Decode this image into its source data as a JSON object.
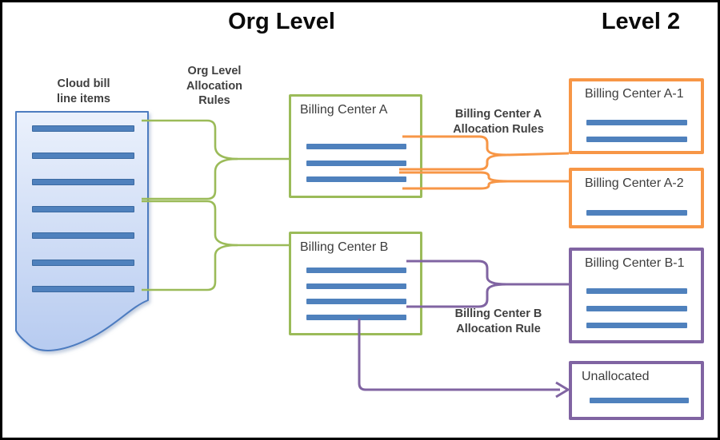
{
  "header": {
    "org_level_title": "Org Level",
    "level2_title": "Level 2"
  },
  "labels": {
    "cloud_bill": {
      "line1": "Cloud bill",
      "line2": "line items"
    },
    "org_rules": {
      "line1": "Org Level",
      "line2": "Allocation",
      "line3": "Rules"
    },
    "bca_rules": {
      "line1": "Billing Center A",
      "line2": "Allocation Rules"
    },
    "bcb_rules": {
      "line1": "Billing Center B",
      "line2": "Allocation Rule"
    }
  },
  "org_level": {
    "document": {
      "line_count": 7
    },
    "billing_center_a": {
      "title": "Billing Center A",
      "line_count": 3
    },
    "billing_center_b": {
      "title": "Billing Center B",
      "line_count": 4
    }
  },
  "level2": {
    "billing_center_a1": {
      "title": "Billing Center A-1",
      "line_count": 2
    },
    "billing_center_a2": {
      "title": "Billing Center A-2",
      "line_count": 1
    },
    "billing_center_b1": {
      "title": "Billing Center B-1",
      "line_count": 3
    },
    "unallocated": {
      "title": "Unallocated",
      "line_count": 1
    }
  },
  "colors": {
    "org_box_border": "#9bbb59",
    "level2_a_border": "#f79646",
    "level2_b_border": "#8064a2",
    "line_item": "#4f81bd",
    "document_border": "#4d7cc0",
    "document_fill_top": "#eaf0fc",
    "document_fill_bottom": "#b7cbf0",
    "text": "#3d3d3d"
  }
}
